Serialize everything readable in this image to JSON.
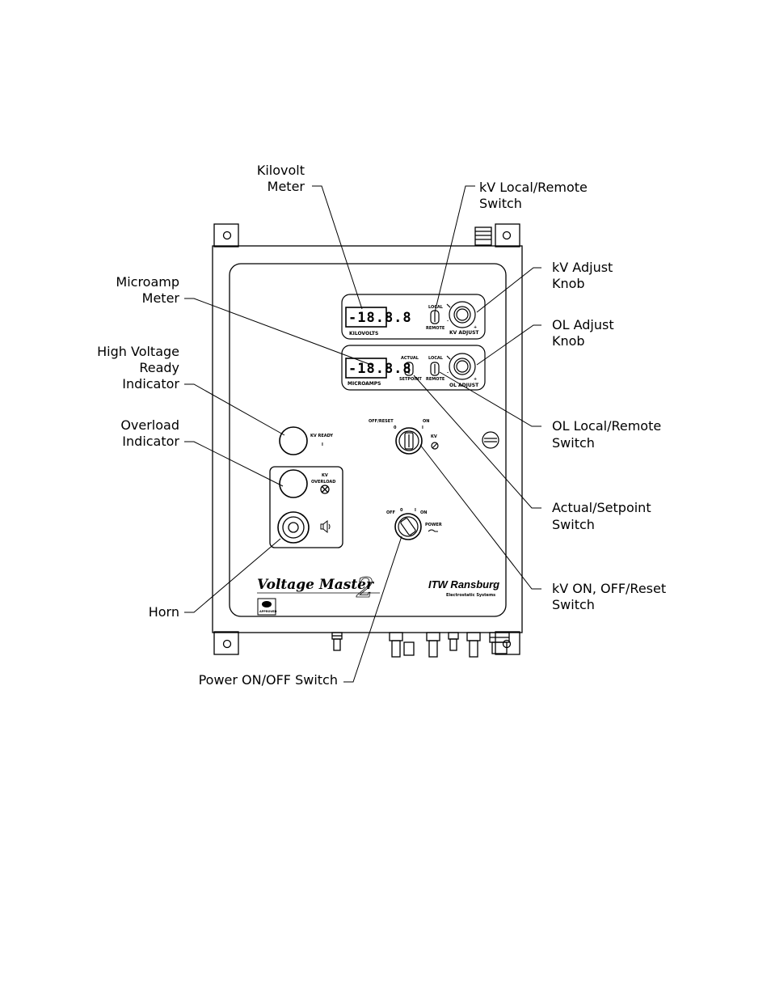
{
  "callouts": {
    "kilovolt_meter": [
      "Kilovolt",
      "Meter"
    ],
    "kv_local_remote": [
      "kV  Local/Remote",
      "Switch"
    ],
    "microamp_meter": [
      "Microamp",
      "Meter"
    ],
    "kv_adjust": [
      "kV  Adjust",
      "Knob"
    ],
    "ol_adjust": [
      "OL  Adjust",
      "Knob"
    ],
    "hv_ready": [
      "High  Voltage",
      "Ready",
      "Indicator"
    ],
    "ol_local_remote": [
      "OL  Local/Remote",
      "Switch"
    ],
    "overload": [
      "Overload",
      "Indicator"
    ],
    "actual_setpoint": [
      "Actual/Setpoint",
      "Switch"
    ],
    "horn": "Horn",
    "kv_on_off_reset": [
      "kV  ON,  OFF/Reset",
      "Switch"
    ],
    "power_switch": "Power  ON/OFF  Switch"
  },
  "panel": {
    "kv_display": "-18.8.8",
    "ua_display": "-18.8.8",
    "kilovolts_label": "KILOVOLTS",
    "microamps_label": "MICROAMPS",
    "local": "LOCAL",
    "remote": "REMOTE",
    "actual": "ACTUAL",
    "setpoint": "SETPOINT",
    "kv_adjust_label": "KV ADJUST",
    "ol_adjust_label": "OL ADJUST",
    "off_reset": "OFF/RESET",
    "on": "ON",
    "kv": "KV",
    "kv_ready": "KV READY",
    "kv_overload": [
      "KV",
      "OVERLOAD"
    ],
    "off": "OFF",
    "zero": "0",
    "one": "I",
    "power": "POWER",
    "brand_name": "Voltage Master",
    "brand_mark": "2",
    "maker": "ITW Ransburg",
    "maker_sub": "Electrostatic Systems",
    "cert_mark": "FM",
    "cert_sub": "APPROVED"
  }
}
